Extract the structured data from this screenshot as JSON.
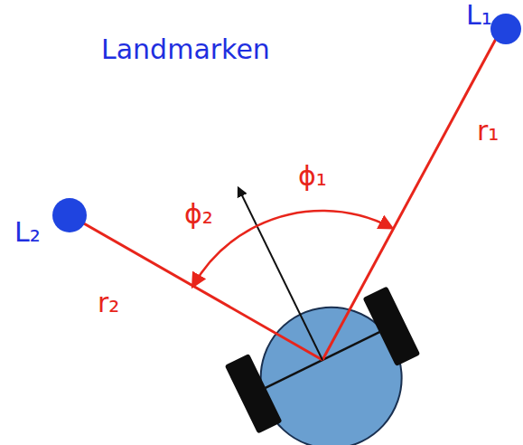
{
  "diagram": {
    "title": "Landmarken",
    "labels": [
      "L₁",
      "ϕ₁",
      "r₁",
      "ϕ₂",
      "L₂",
      "r₂"
    ]
  }
}
